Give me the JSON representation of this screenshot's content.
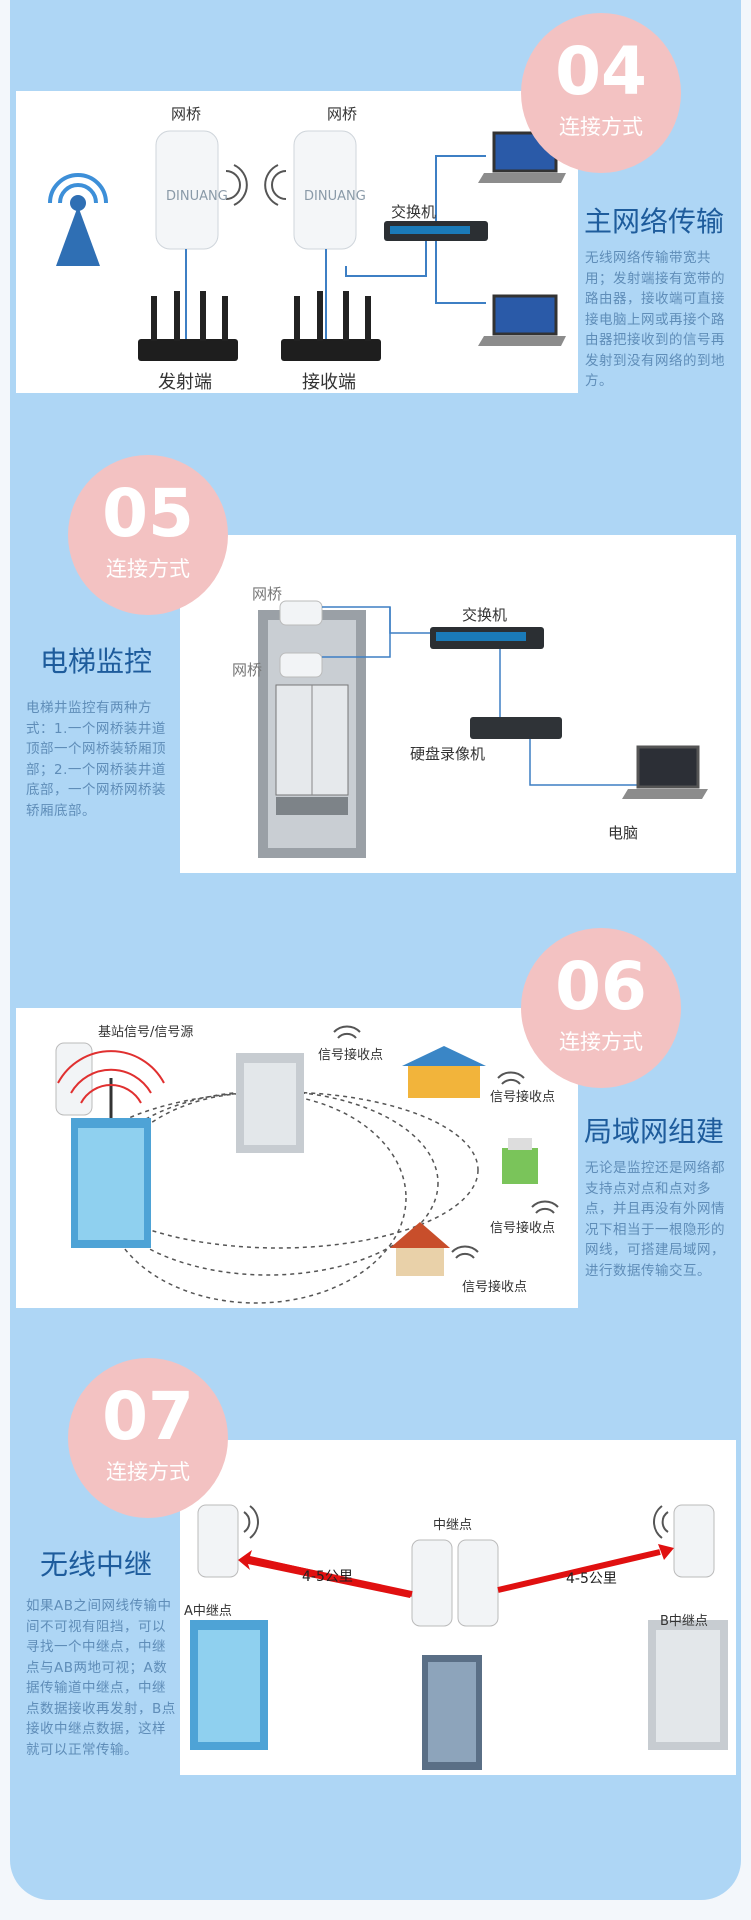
{
  "sections": [
    {
      "number": "04",
      "badge": "连接方式",
      "title": "主网络传输",
      "description": "无线网络传输带宽共用；发射端接有宽带的路由器，接收端可直接接电脑上网或再接个路由器把接收到的信号再发射到没有网络的到地方。",
      "labels": {
        "bridge_left": "网桥",
        "bridge_right": "网桥",
        "switch": "交换机",
        "transmit_end": "发射端",
        "receive_end": "接收端",
        "brand": "DINUANG"
      }
    },
    {
      "number": "05",
      "badge": "连接方式",
      "title": "电梯监控",
      "description": "电梯井监控有两种方式：1.一个网桥装井道顶部一个网桥装轿厢顶部；2.一个网桥装井道底部，一个网桥网桥装轿厢底部。",
      "labels": {
        "bridge_top": "网桥",
        "bridge_bottom": "网桥",
        "switch": "交换机",
        "nvr": "硬盘录像机",
        "computer": "电脑"
      }
    },
    {
      "number": "06",
      "badge": "连接方式",
      "title": "局域网组建",
      "description": "无论是监控还是网络都支持点对点和点对多点，并且再没有外网情况下相当于一根隐形的网线，可搭建局域网，进行数据传输交互。",
      "labels": {
        "source": "基站信号/信号源",
        "receive_1": "信号接收点",
        "receive_2": "信号接收点",
        "receive_3": "信号接收点",
        "receive_4": "信号接收点"
      }
    },
    {
      "number": "07",
      "badge": "连接方式",
      "title": "无线中继",
      "description": "如果AB之间网线传输中间不可视有阻挡，可以寻找一个中继点，中继点与AB两地可视；A数据传输道中继点，中继点数据接收再发射，B点接收中继点数据，这样就可以正常传输。",
      "labels": {
        "relay": "中继点",
        "point_a": "A中继点",
        "point_b": "B中继点",
        "distance_left": "4-5公里",
        "distance_right": "4-5公里"
      }
    }
  ]
}
